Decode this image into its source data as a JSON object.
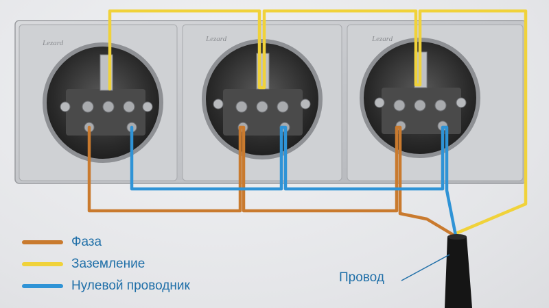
{
  "legend": {
    "items": [
      {
        "label": "Фаза",
        "color": "#c97a2e"
      },
      {
        "label": "Заземление",
        "color": "#f0d23a"
      },
      {
        "label": "Нулевой проводник",
        "color": "#2f93d6"
      }
    ]
  },
  "cable_label": "Провод",
  "brand_text": "Lezard",
  "colors": {
    "phase": "#c97a2e",
    "ground": "#f0d23a",
    "neutral": "#2f93d6",
    "cable": "#151515",
    "label": "#1f6fa8"
  }
}
